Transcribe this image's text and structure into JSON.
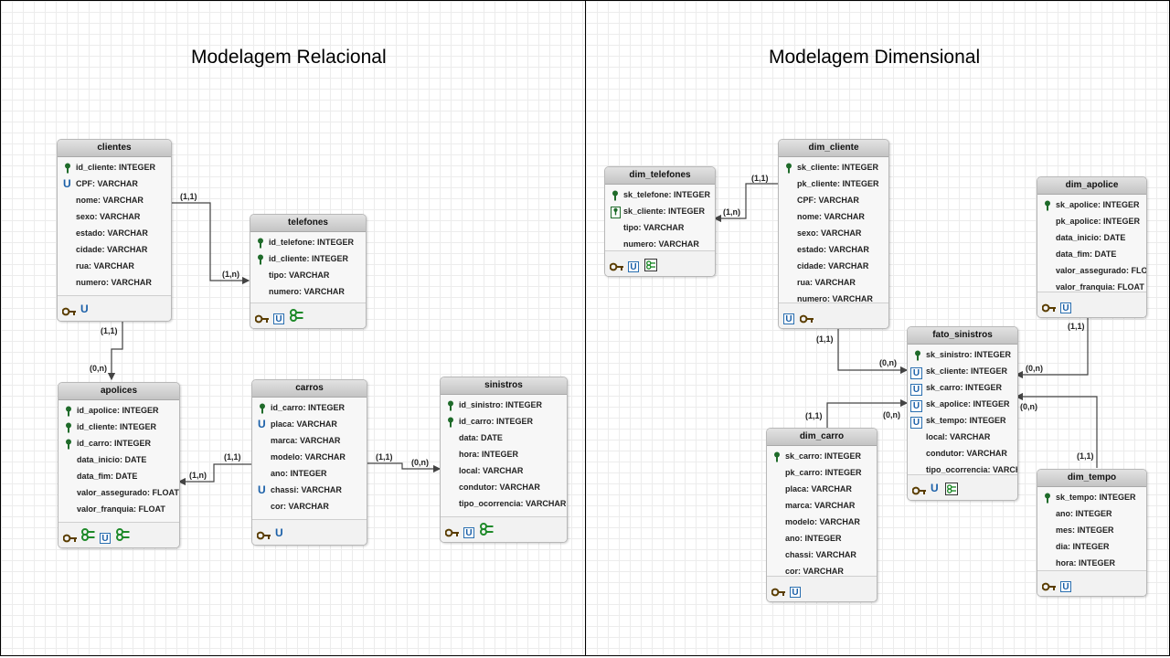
{
  "left": {
    "title": "Modelagem Relacional",
    "entities": {
      "clientes": {
        "name": "clientes",
        "attrs": [
          "id_cliente: INTEGER",
          "CPF: VARCHAR",
          "nome: VARCHAR",
          "sexo: VARCHAR",
          "estado: VARCHAR",
          "cidade: VARCHAR",
          "rua: VARCHAR",
          "numero: VARCHAR"
        ]
      },
      "telefones": {
        "name": "telefones",
        "attrs": [
          "id_telefone: INTEGER",
          "id_cliente: INTEGER",
          "tipo: VARCHAR",
          "numero: VARCHAR"
        ]
      },
      "apolices": {
        "name": "apolices",
        "attrs": [
          "id_apolice: INTEGER",
          "id_cliente: INTEGER",
          "id_carro: INTEGER",
          "data_inicio: DATE",
          "data_fim: DATE",
          "valor_assegurado: FLOAT",
          "valor_franquia: FLOAT"
        ]
      },
      "carros": {
        "name": "carros",
        "attrs": [
          "id_carro: INTEGER",
          "placa: VARCHAR",
          "marca: VARCHAR",
          "modelo: VARCHAR",
          "ano: INTEGER",
          "chassi: VARCHAR",
          "cor: VARCHAR"
        ]
      },
      "sinistros": {
        "name": "sinistros",
        "attrs": [
          "id_sinistro: INTEGER",
          "id_carro: INTEGER",
          "data: DATE",
          "hora: INTEGER",
          "local: VARCHAR",
          "condutor: VARCHAR",
          "tipo_ocorrencia: VARCHAR"
        ]
      }
    },
    "cardinalities": [
      "(1,1)",
      "(1,n)",
      "(1,1)",
      "(0,n)",
      "(1,1)",
      "(1,n)",
      "(1,1)",
      "(0,n)"
    ]
  },
  "right": {
    "title": "Modelagem Dimensional",
    "entities": {
      "dim_telefones": {
        "name": "dim_telefones",
        "attrs": [
          "sk_telefone: INTEGER",
          "sk_cliente: INTEGER",
          "tipo: VARCHAR",
          "numero: VARCHAR"
        ]
      },
      "dim_cliente": {
        "name": "dim_cliente",
        "attrs": [
          "sk_cliente: INTEGER",
          "pk_cliente: INTEGER",
          "CPF: VARCHAR",
          "nome: VARCHAR",
          "sexo: VARCHAR",
          "estado: VARCHAR",
          "cidade: VARCHAR",
          "rua: VARCHAR",
          "numero: VARCHAR"
        ]
      },
      "dim_apolice": {
        "name": "dim_apolice",
        "attrs": [
          "sk_apolice: INTEGER",
          "pk_apolice: INTEGER",
          "data_inicio: DATE",
          "data_fim: DATE",
          "valor_assegurado: FLOAT",
          "valor_franquia: FLOAT"
        ]
      },
      "fato_sinistros": {
        "name": "fato_sinistros",
        "attrs": [
          "sk_sinistro: INTEGER",
          "sk_cliente: INTEGER",
          "sk_carro: INTEGER",
          "sk_apolice: INTEGER",
          "sk_tempo: INTEGER",
          "local: VARCHAR",
          "condutor: VARCHAR",
          "tipo_ocorrencia: VARCHAR"
        ]
      },
      "dim_carro": {
        "name": "dim_carro",
        "attrs": [
          "sk_carro: INTEGER",
          "pk_carro: INTEGER",
          "placa: VARCHAR",
          "marca: VARCHAR",
          "modelo: VARCHAR",
          "ano: INTEGER",
          "chassi: VARCHAR",
          "cor: VARCHAR"
        ]
      },
      "dim_tempo": {
        "name": "dim_tempo",
        "attrs": [
          "sk_tempo: INTEGER",
          "ano: INTEGER",
          "mes: INTEGER",
          "dia: INTEGER",
          "hora: INTEGER"
        ]
      }
    },
    "cardinalities": [
      "(1,1)",
      "(1,n)",
      "(1,1)",
      "(0,n)",
      "(1,1)",
      "(0,n)",
      "(1,1)",
      "(0,n)",
      "(1,1)",
      "(0,n)"
    ]
  },
  "colors": {
    "key": "#1f6b2a",
    "unique": "#1a5fa8",
    "line": "#444444",
    "header": "#c8c8c8"
  },
  "icons": [
    "primary-key-icon",
    "foreign-key-icon",
    "unique-icon",
    "key-icon"
  ]
}
